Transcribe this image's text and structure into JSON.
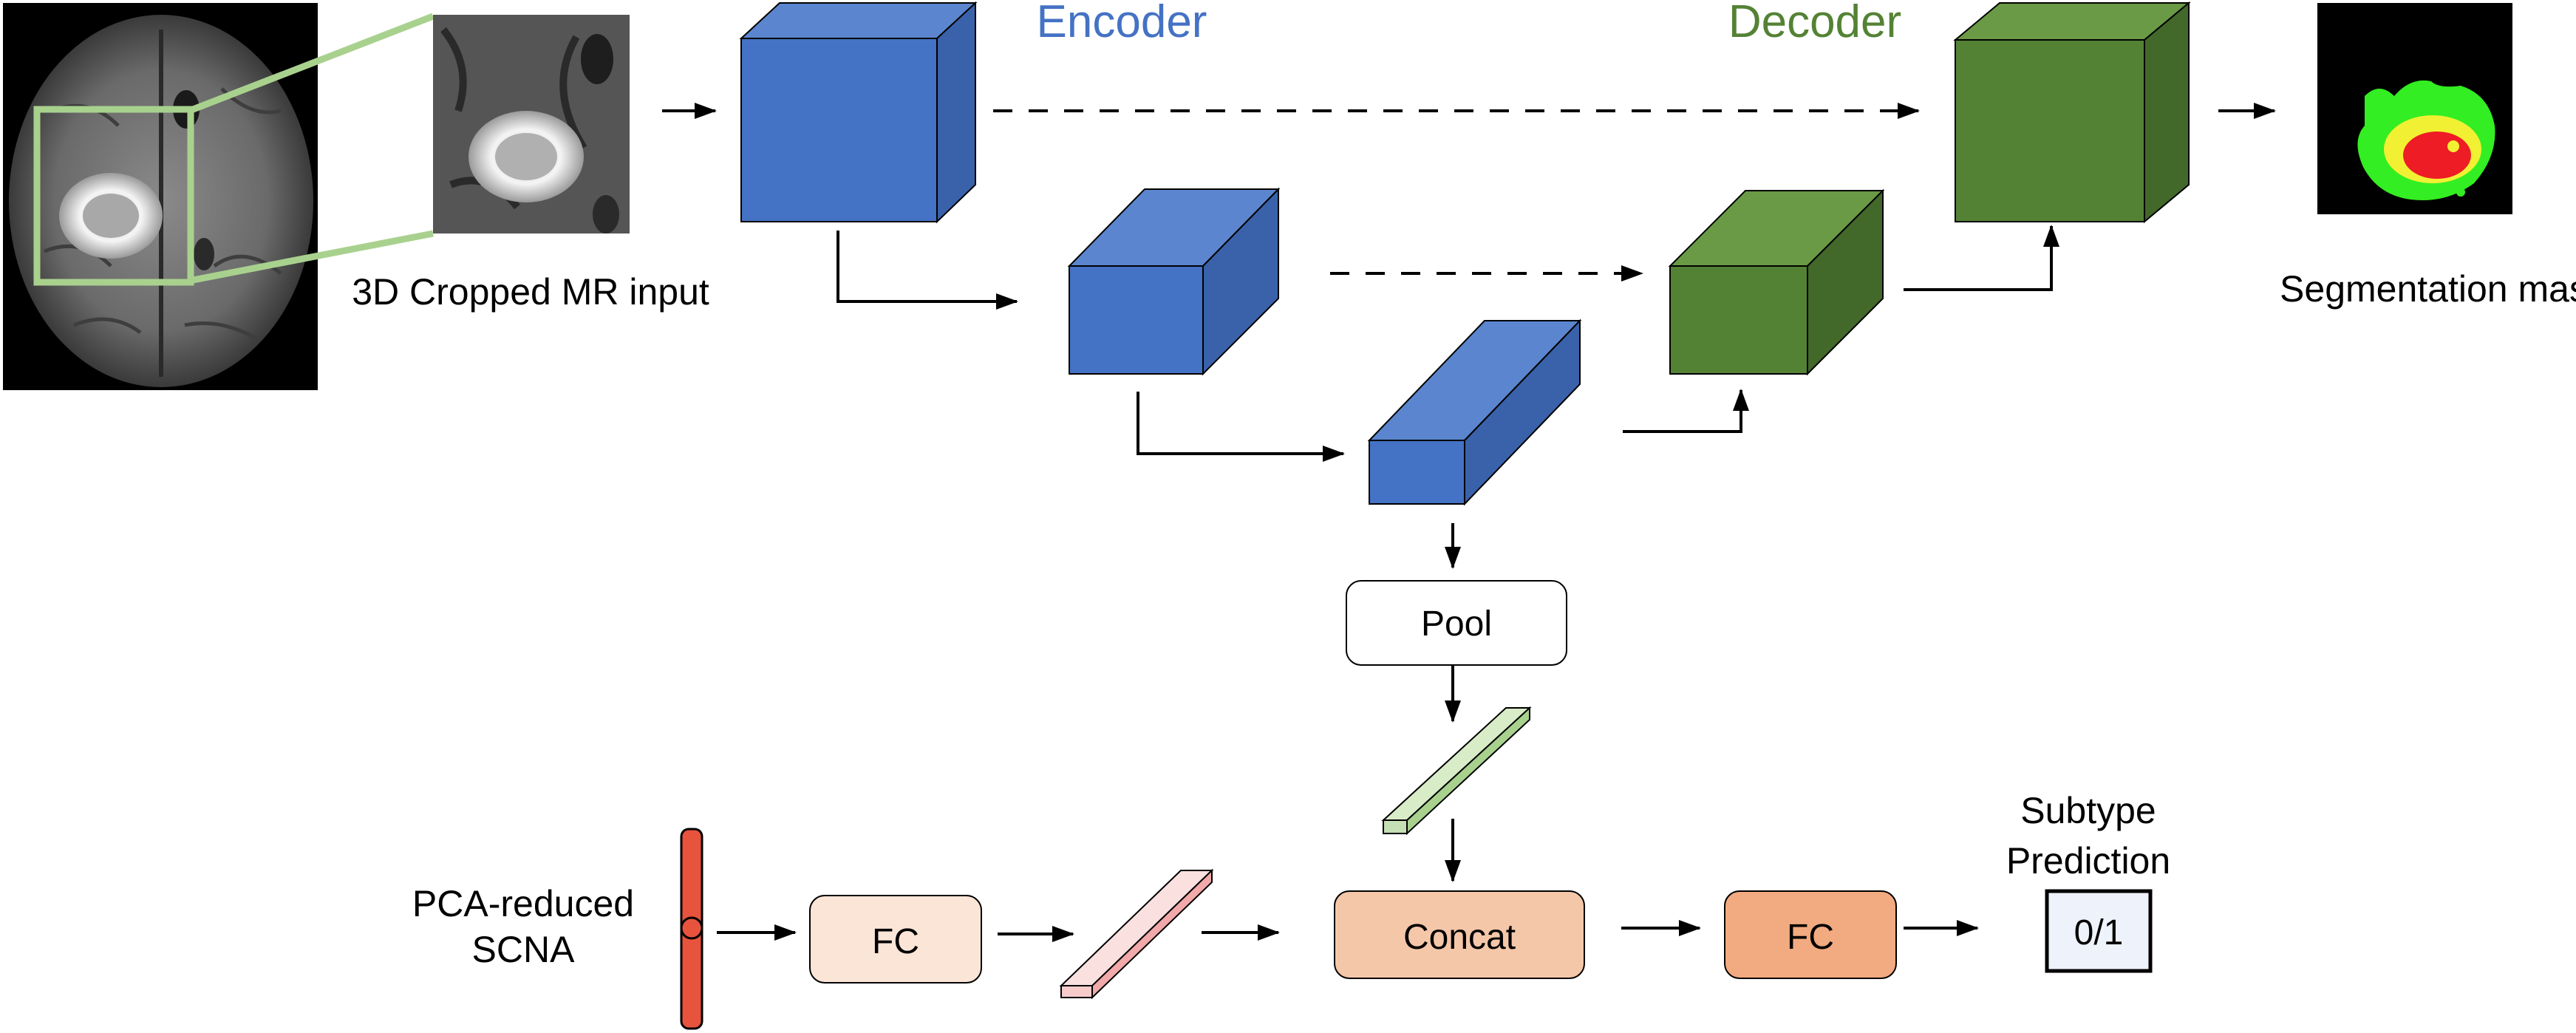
{
  "headers": {
    "encoder": "Encoder",
    "decoder": "Decoder"
  },
  "labels": {
    "input": "3D Cropped MR input",
    "output": "Segmentation mask",
    "scna_line1": "PCA-reduced",
    "scna_line2": "SCNA",
    "subtype_line1": "Subtype",
    "subtype_line2": "Prediction"
  },
  "boxes": {
    "pool": "Pool",
    "fc_scna": "FC",
    "concat": "Concat",
    "fc_out": "FC",
    "prediction": "0/1"
  },
  "colors": {
    "encoder": "#4472c4",
    "decoder": "#548235",
    "crop_frame": "#a9d18e",
    "scna_vector": "#e8533d",
    "concat_fill": "#f4c7a9",
    "fc_scna_fill": "#fbe5d6",
    "fc_out_fill": "#f2aa80",
    "pool_feature": "#c5e0b4",
    "scna_feature": "#f8cbcb",
    "mask_green": "#33ee22",
    "mask_yellow": "#f2f032",
    "mask_red": "#ee1c24"
  }
}
